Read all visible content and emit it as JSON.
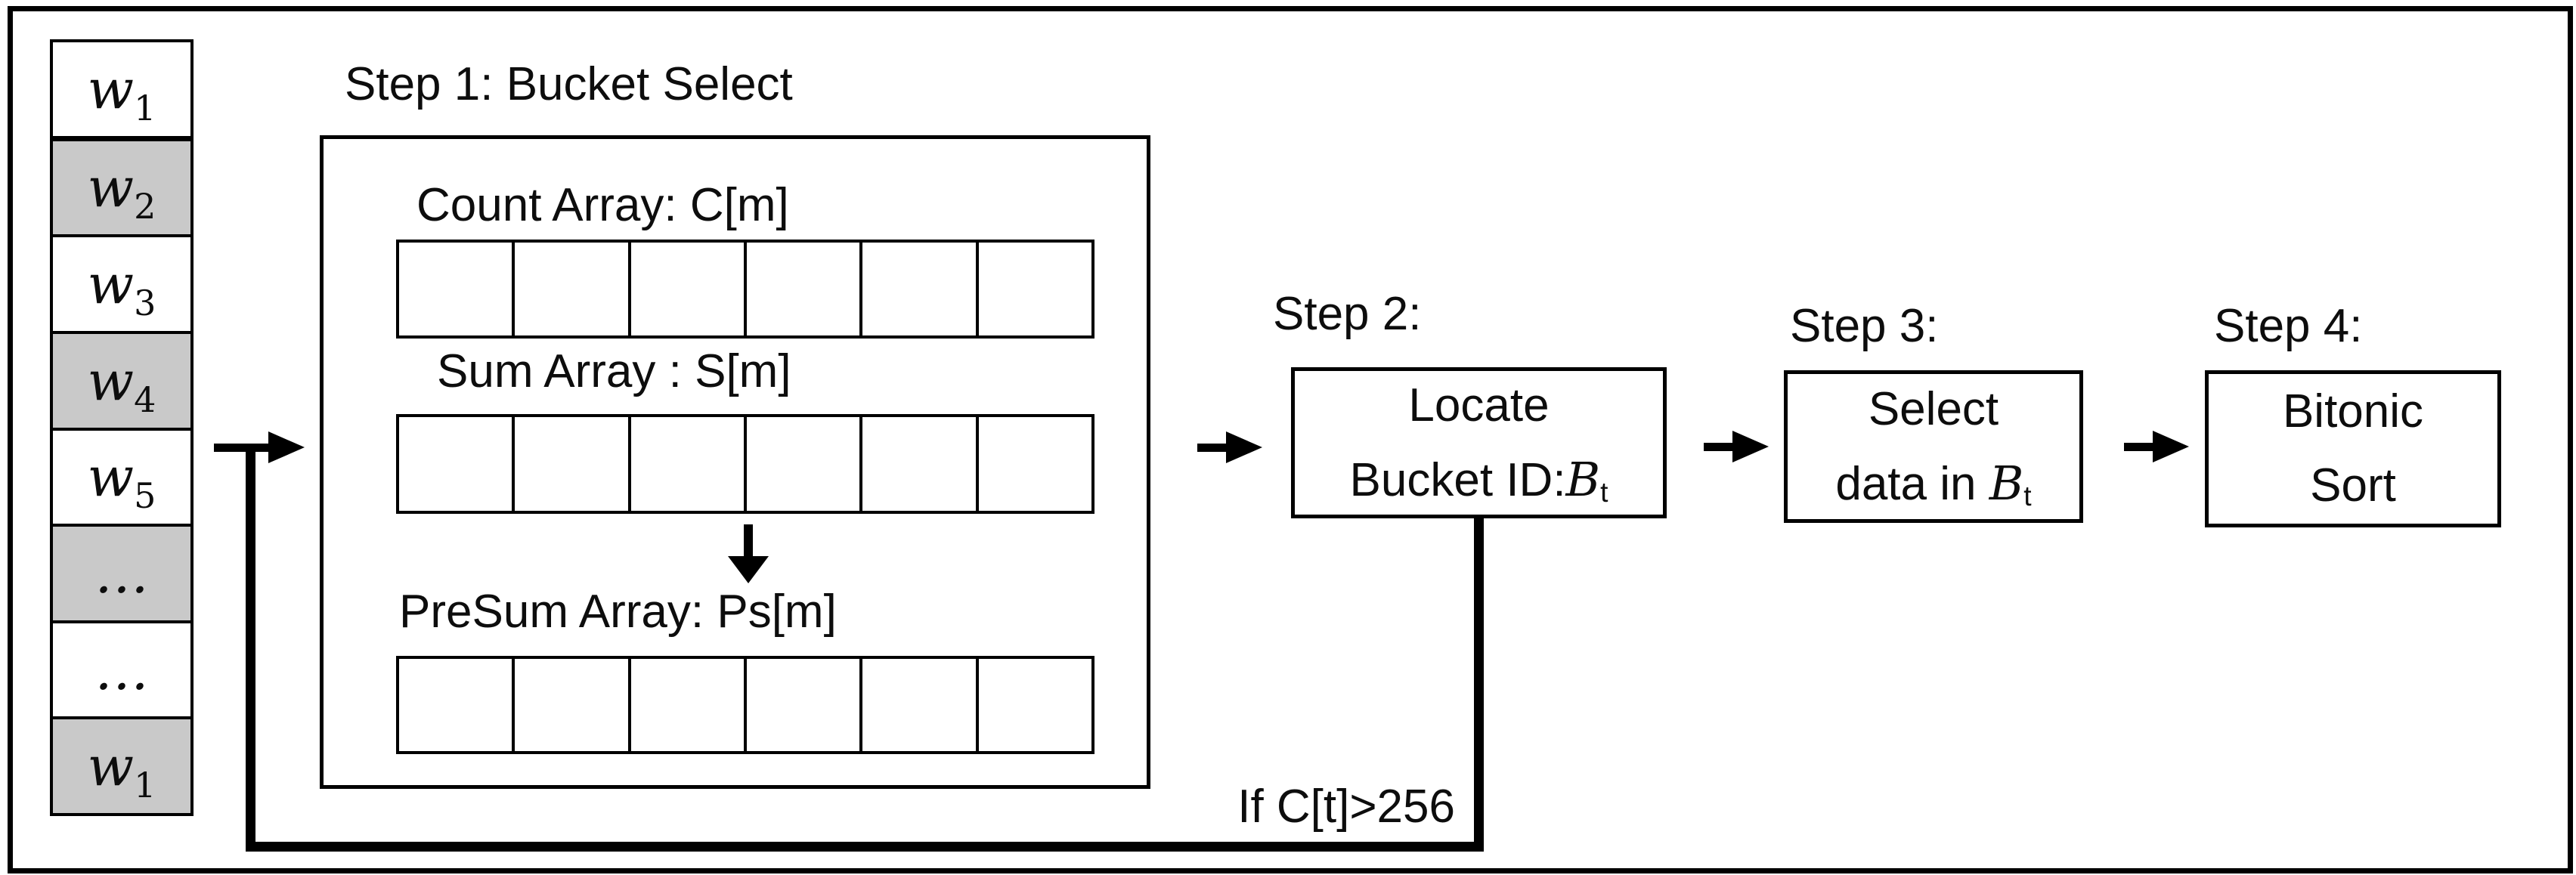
{
  "colors": {
    "shaded_cell": "#c9c9c9",
    "line": "#000000",
    "background": "#ffffff"
  },
  "input_array": {
    "cells": [
      {
        "base": "w",
        "sub": "1",
        "shaded": false
      },
      {
        "base": "w",
        "sub": "2",
        "shaded": true
      },
      {
        "base": "w",
        "sub": "3",
        "shaded": false
      },
      {
        "base": "w",
        "sub": "4",
        "shaded": true
      },
      {
        "base": "w",
        "sub": "5",
        "shaded": false
      },
      {
        "base": "…",
        "sub": "",
        "shaded": true
      },
      {
        "base": "…",
        "sub": "",
        "shaded": false
      },
      {
        "base": "w",
        "sub": "1",
        "shaded": true
      }
    ]
  },
  "step1": {
    "title": "Step 1: Bucket Select",
    "count_label": "Count Array: C[m]",
    "sum_label": "Sum Array : S[m]",
    "presum_label": "PreSum Array: Ps[m]",
    "cells_per_row": 6
  },
  "step2": {
    "label": "Step 2:",
    "line1": "Locate",
    "line2_prefix": "Bucket ID:",
    "math_base": "B",
    "math_sub": "t"
  },
  "step3": {
    "label": "Step 3:",
    "line1": "Select",
    "line2_prefix": "data in ",
    "math_base": "B",
    "math_sub": "t"
  },
  "step4": {
    "label": "Step 4:",
    "line1": "Bitonic",
    "line2": "Sort"
  },
  "feedback": {
    "condition_label": "If C[t]>256"
  }
}
